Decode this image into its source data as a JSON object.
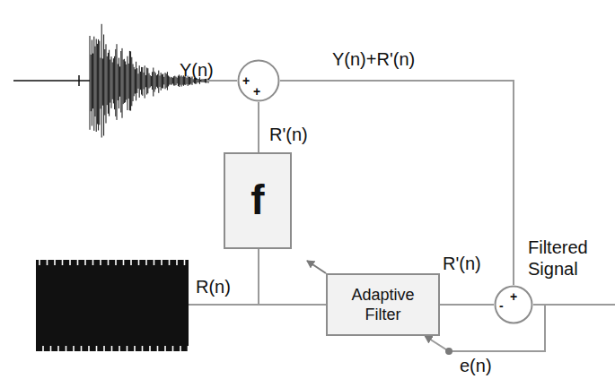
{
  "diagram": {
    "nodes": [
      {
        "text": [
          "+",
          "+"
        ]
      },
      {
        "text": [
          "f"
        ]
      },
      {
        "text": [
          "Adaptive Filter"
        ]
      },
      {
        "text": [
          "-",
          "+"
        ]
      }
    ],
    "edges": [
      {
        "from": 1,
        "to": 0,
        "arrow": "none",
        "label": "R'(n)"
      },
      {
        "from": 0,
        "to": 3,
        "arrow": "none",
        "label": "Y(n)+R'(n)"
      },
      {
        "from": 2,
        "to": 3,
        "arrow": "none",
        "label": "R'(n)"
      },
      {
        "from": 3,
        "to": 2,
        "arrow": "to",
        "label": "e(n)"
      }
    ],
    "labels": [
      "Y(n)",
      "R(n)",
      "Filtered Signal"
    ]
  }
}
